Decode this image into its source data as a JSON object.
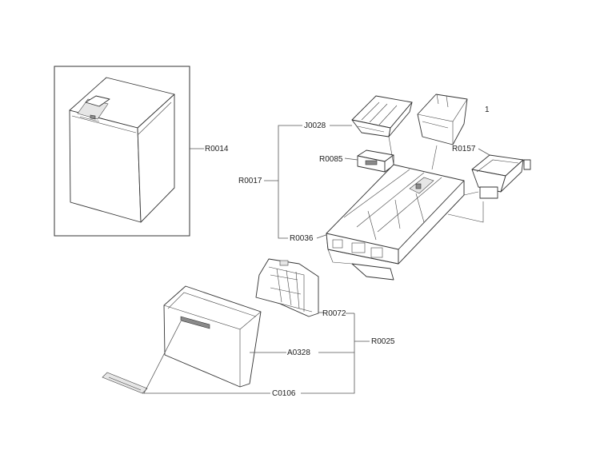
{
  "callouts": {
    "r0014": "R0014",
    "j0028": "J0028",
    "one": "1",
    "r0085": "R0085",
    "r0157": "R0157",
    "r0017": "R0017",
    "r0036": "R0036",
    "r0072": "R0072",
    "r0025": "R0025",
    "a0328": "A0328",
    "c0106": "C0106"
  }
}
